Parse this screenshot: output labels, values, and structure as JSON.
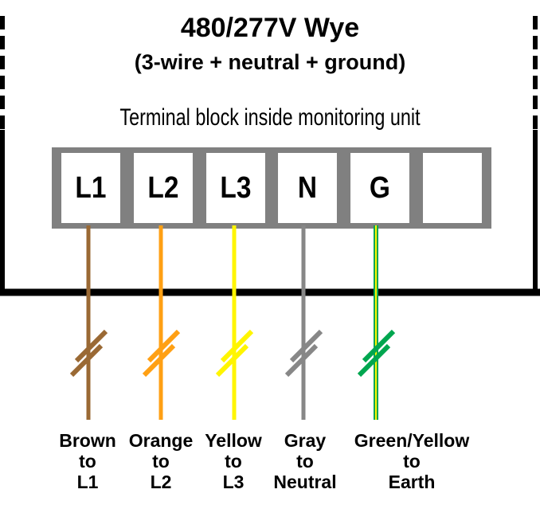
{
  "header": {
    "title": "480/277V Wye",
    "subtitle": "(3-wire + neutral + ground)",
    "caption": "Terminal block inside monitoring unit"
  },
  "terminal_block": {
    "cells": [
      "L1",
      "L2",
      "L3",
      "N",
      "G",
      ""
    ]
  },
  "wires": [
    {
      "color_name": "Brown",
      "to": "to",
      "terminal": "L1",
      "hex": "#9A6934"
    },
    {
      "color_name": "Orange",
      "to": "to",
      "terminal": "L2",
      "hex": "#FFA014"
    },
    {
      "color_name": "Yellow",
      "to": "to",
      "terminal": "L3",
      "hex": "#FFF500"
    },
    {
      "color_name": "Gray",
      "to": "to",
      "terminal": "Neutral",
      "hex": "#878787"
    },
    {
      "color_name": "Green/Yellow",
      "to": "to",
      "terminal": "Earth",
      "hex": "#00A64F",
      "stripe_hex": "#FFF500"
    }
  ],
  "colors": {
    "enclosure_line": "#000000",
    "terminal_frame": "#808080",
    "text": "#000000"
  }
}
